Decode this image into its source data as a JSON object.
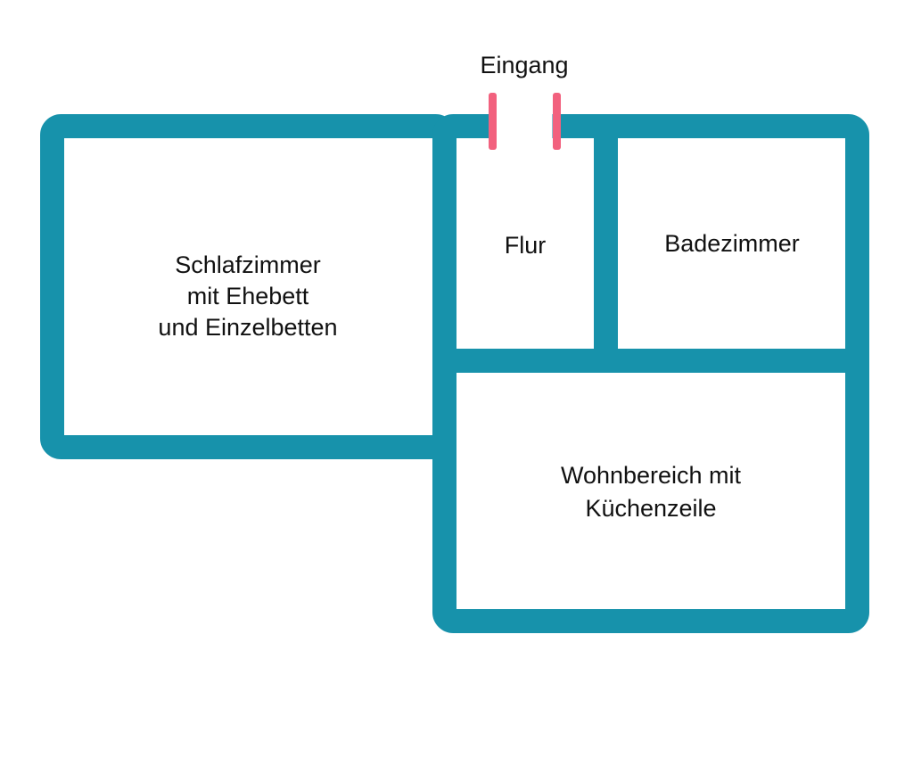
{
  "colors": {
    "wall": "#1792ab",
    "door_marker": "#f2617e",
    "background": "#ffffff",
    "text": "#111111"
  },
  "entrance": {
    "label": "Eingang"
  },
  "rooms": {
    "schlafzimmer": {
      "line1": "Schlafzimmer",
      "line2": "mit Ehebett",
      "line3": "und Einzelbetten"
    },
    "flur": {
      "label": "Flur"
    },
    "badezimmer": {
      "label": "Badezimmer"
    },
    "wohnbereich": {
      "line1": "Wohnbereich mit",
      "line2": "Küchenzeile"
    }
  }
}
